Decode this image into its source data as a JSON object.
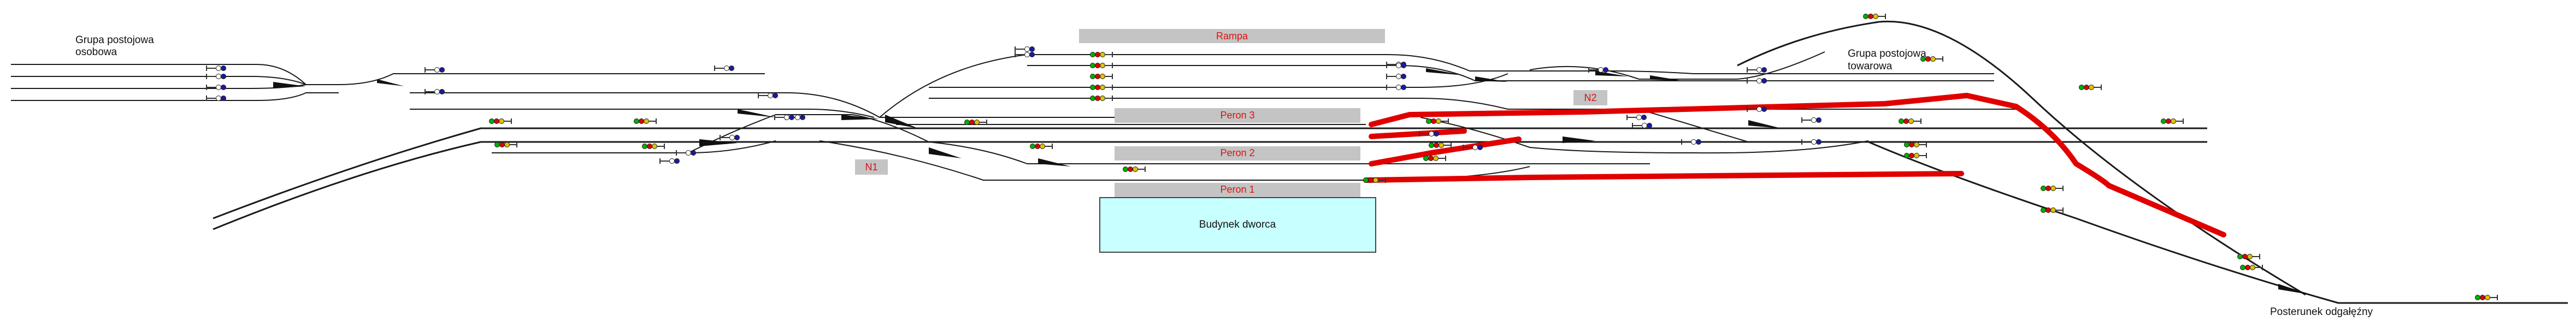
{
  "labels": {
    "group_passenger_line1": "Grupa postojowa",
    "group_passenger_line2": "osobowa",
    "group_freight_line1": "Grupa postojowa",
    "group_freight_line2": "towarowa",
    "junction_post": "Posterunek odgałęźny"
  },
  "platforms": {
    "rampa": "Rampa",
    "peron3": "Peron 3",
    "peron2": "Peron 2",
    "peron1": "Peron 1"
  },
  "building": {
    "label": "Budynek dworca"
  },
  "markers": {
    "n1": "N1",
    "n2": "N2"
  },
  "colors": {
    "track": "#1a1a1a",
    "route": "#e00000",
    "platform": "#c4c4c4",
    "platform_text": "#e01010",
    "building_fill": "#c8ffff",
    "signal_green": "#00b000",
    "signal_red": "#e00000",
    "signal_yellow": "#e0c000",
    "shunt_blue": "#1a1aa0",
    "shunt_white": "#ffffff"
  }
}
